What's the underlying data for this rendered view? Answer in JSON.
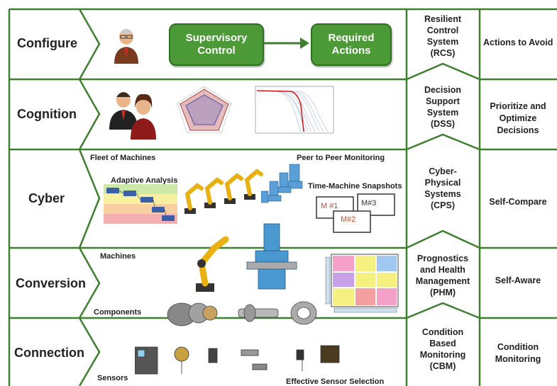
{
  "rows": [
    {
      "label": "Configure"
    },
    {
      "label": "Cognition"
    },
    {
      "label": "Cyber"
    },
    {
      "label": "Conversion"
    },
    {
      "label": "Connection"
    }
  ],
  "configure": {
    "box1": "Supervisory\nControl",
    "box2": "Required\nActions"
  },
  "cyber": {
    "fleet": "Fleet of Machines",
    "peer": "Peer to Peer Monitoring",
    "adaptive": "Adaptive Analysis",
    "timemachine": "Time-Machine Snapshots",
    "snap1": "M #1",
    "snap2": "M#2",
    "snap3": "M#3"
  },
  "conversion": {
    "machines": "Machines",
    "components": "Components"
  },
  "connection": {
    "sensors": "Sensors",
    "effective": "Effective Sensor Selection"
  },
  "systems": [
    {
      "label": "Resilient\nControl\nSystem\n(RCS)"
    },
    {
      "label": "Decision\nSupport\nSystem\n(DSS)"
    },
    {
      "label": "Cyber-\nPhysical\nSystems\n(CPS)"
    },
    {
      "label": "Prognostics\nand Health\nManagement\n(PHM)"
    },
    {
      "label": "Condition\nBased\nMonitoring\n(CBM)"
    }
  ],
  "actions": [
    {
      "label": "Actions to Avoid"
    },
    {
      "label": "Prioritize and\nOptimize\nDecisions"
    },
    {
      "label": "Self-Compare"
    },
    {
      "label": "Self-Aware"
    },
    {
      "label": "Condition\nMonitoring"
    }
  ],
  "colors": {
    "frame_green": "#3f7f30",
    "box_green": "#4b9a37"
  }
}
